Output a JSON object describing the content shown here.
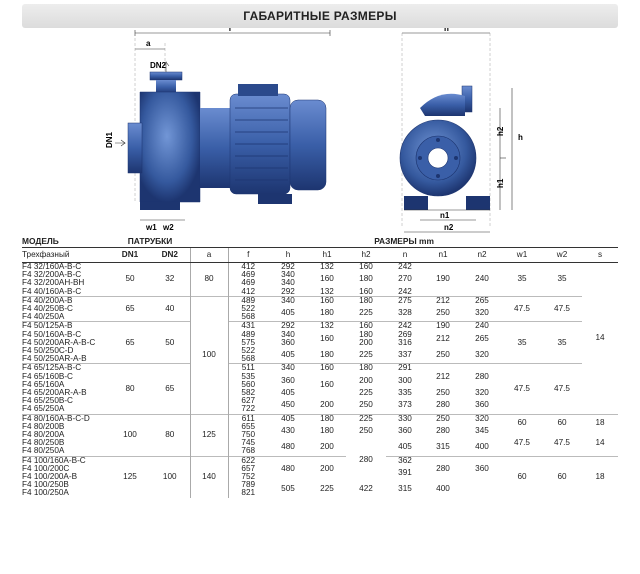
{
  "title": "ГАБАРИТНЫЕ РАЗМЕРЫ",
  "drawing_labels": {
    "f": "f",
    "a": "a",
    "dn2": "DN2",
    "dn1": "DN1",
    "w1": "w1",
    "w2": "w2",
    "n": "n",
    "h2": "h2",
    "h": "h",
    "h1": "h1",
    "n1": "n1",
    "n2": "n2"
  },
  "colors": {
    "pump_blue": "#3a5fa8",
    "pump_dark": "#1d3570",
    "header_bg": "#e4e4e4"
  },
  "table": {
    "header_model": "МОДЕЛЬ",
    "header_ports": "ПАТРУБКИ",
    "header_sizes": "РАЗМЕРЫ mm",
    "sub_three_phase": "Трехфазный",
    "columns": [
      "DN1",
      "DN2",
      "a",
      "f",
      "h",
      "h1",
      "h2",
      "n",
      "n1",
      "n2",
      "w1",
      "w2",
      "s"
    ],
    "models": [
      "F4 32/160A-B-C",
      "F4 32/200A-B-C",
      "F4 32/200AH-BH",
      "F4 40/160A-B-C",
      "F4 40/200A-B",
      "F4 40/250B-C",
      "F4 40/250A",
      "F4 50/125A-B",
      "F4 50/160A-B-C",
      "F4 50/200AR-A-B-C",
      "F4 50/250C-D",
      "F4 50/250AR-A-B",
      "F4 65/125A-B-C",
      "F4 65/160B-C",
      "F4 65/160A",
      "F4 65/200AR-A-B",
      "F4 65/250B-C",
      "F4 65/250A",
      "F4 80/160A-B-C-D",
      "F4 80/200B",
      "F4 80/200A",
      "F4 80/250B",
      "F4 80/250A",
      "F4 100/160A-B-C",
      "F4 100/200C",
      "F4 100/200A-B",
      "F4 100/250B",
      "F4 100/250A"
    ],
    "dn_groups": [
      {
        "dn1": "50",
        "dn2": "32"
      },
      {
        "dn1": "65",
        "dn2": "40"
      },
      {
        "dn1": "65",
        "dn2": "50"
      },
      {
        "dn1": "80",
        "dn2": "65"
      },
      {
        "dn1": "100",
        "dn2": "80"
      },
      {
        "dn1": "125",
        "dn2": "100"
      }
    ],
    "a_values": [
      "80",
      "100",
      "125",
      "140"
    ],
    "f_values": [
      "412",
      "469",
      "469",
      "412",
      "489",
      "522",
      "568",
      "431",
      "489",
      "575",
      "522",
      "568",
      "511",
      "535",
      "560",
      "582",
      "627",
      "722",
      "611",
      "655",
      "750",
      "745",
      "768",
      "622",
      "657",
      "752",
      "789",
      "821"
    ],
    "h_values": [
      "292",
      "340",
      "340",
      "292",
      "340",
      "405",
      "405",
      "292",
      "340",
      "360",
      "405",
      "405",
      "340",
      "360",
      "360",
      "405",
      "450",
      "450",
      "405",
      "430",
      "430",
      "480",
      "480",
      "480",
      "480",
      "480",
      "505",
      "505"
    ],
    "h1_values": [
      "132",
      "160",
      "160",
      "132",
      "160",
      "180",
      "180",
      "132",
      "160",
      "160",
      "180",
      "180",
      "160",
      "160",
      "160",
      "180",
      "200",
      "200",
      "180",
      "180",
      "180",
      "200",
      "200",
      "200",
      "200",
      "200",
      "225",
      "225"
    ],
    "h2_values": [
      "160",
      "180",
      "180",
      "160",
      "180",
      "225",
      "225",
      "160",
      "180",
      "200",
      "225",
      "225",
      "180",
      "200",
      "200",
      "225",
      "250",
      "250",
      "225",
      "250",
      "250",
      "280",
      "280",
      "280",
      "280",
      "280",
      "280",
      "280"
    ],
    "n_values": [
      "242",
      "270",
      "270",
      "242",
      "275",
      "328",
      "328",
      "242",
      "269",
      "316",
      "337",
      "337",
      "291",
      "300",
      "300",
      "335",
      "373",
      "373",
      "330",
      "360",
      "360",
      "405",
      "405",
      "362",
      "391",
      "391",
      "422",
      "422"
    ],
    "n1_values": [
      "190",
      "190",
      "190",
      "190",
      "212",
      "250",
      "250",
      "190",
      "212",
      "212",
      "250",
      "250",
      "212",
      "212",
      "212",
      "250",
      "280",
      "280",
      "250",
      "280",
      "280",
      "315",
      "315",
      "280",
      "280",
      "280",
      "315",
      "315"
    ],
    "n2_values": [
      "240",
      "240",
      "240",
      "240",
      "265",
      "320",
      "320",
      "240",
      "265",
      "265",
      "320",
      "320",
      "280",
      "280",
      "280",
      "320",
      "360",
      "360",
      "320",
      "345",
      "345",
      "400",
      "400",
      "360",
      "360",
      "360",
      "400",
      "400"
    ],
    "w1_groups": [
      "35",
      "47.5",
      "35",
      "47.5",
      "60",
      "47.5",
      "60"
    ],
    "w2_groups": [
      "35",
      "47.5",
      "35",
      "47.5",
      "60",
      "47.5",
      "60"
    ],
    "s_groups": [
      "14",
      "18",
      "14",
      "18"
    ]
  }
}
